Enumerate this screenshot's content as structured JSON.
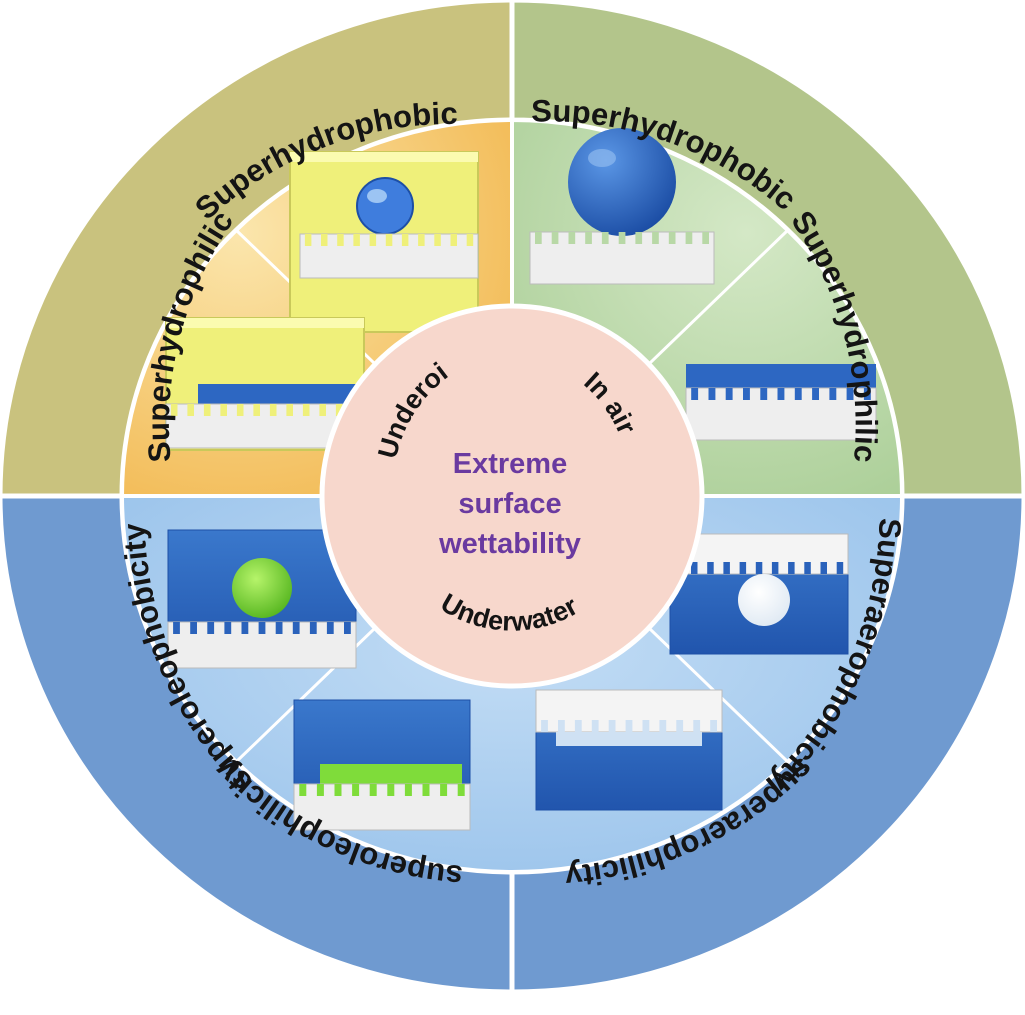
{
  "center": {
    "title_lines": [
      "Extreme",
      "surface",
      "wettability"
    ],
    "conditions": {
      "underoil": "Underoil",
      "in_air": "In air",
      "underwater": "Underwater"
    }
  },
  "outer_ring": {
    "top_left": "Superhydrophobic",
    "left_upper": "Superhydrophilic",
    "top_right": "Superhydrophobic",
    "right_upper": "Superhydrophilic",
    "right_lower": "Superaerophobicity",
    "bottom_right": "superaerophilicity",
    "bottom_left": "superoleophilicity",
    "left_lower": "superoleophobicity"
  },
  "colors": {
    "underoil_ring": "#c9c27e",
    "underoil_sector": "#f3c46a",
    "in_air_ring": "#b3c58b",
    "in_air_sector": "#b8d8a6",
    "underwater_ring": "#6f9ad0",
    "underwater_sector": "#a9cdf0",
    "center_circle": "#f7d7cc",
    "center_text": "#6a3aa0",
    "water": "#2e6fc6",
    "oil_yellow": "#f0ec6e",
    "oil_green": "#7fdc3a"
  }
}
